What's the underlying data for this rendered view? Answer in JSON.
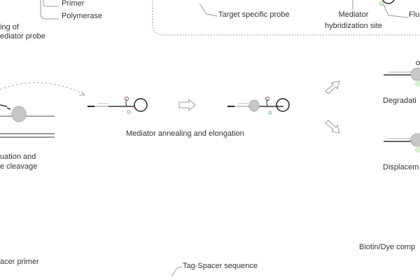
{
  "legend": {
    "primer": "Primer",
    "polymerase": "Polymerase",
    "target_specific_probe": "Target specific probe",
    "mediator_hyb_line1": "Mediator",
    "mediator_hyb_line2": "hybridization site",
    "fluorophore": "Fluoe"
  },
  "steps": {
    "binding_line1": "ing of",
    "binding_line2": "ediator probe",
    "cleavage_line1": "uation and",
    "cleavage_line2": "e cleavage",
    "annealing": "Mediator annealing and elongation",
    "degradation": "Degradati",
    "displacement": "Displacem"
  },
  "lower": {
    "spacer_primer": "acer primer",
    "tag_spacer": "Tag-Spacer sequence",
    "biotin_dye": "Biotin/Dye comp"
  },
  "colors": {
    "dna": "#333333",
    "polymerase": "#bdbdbd",
    "fluor": "#6cc36c",
    "quencher": "#8b4a6b",
    "arrow": "#999999"
  }
}
